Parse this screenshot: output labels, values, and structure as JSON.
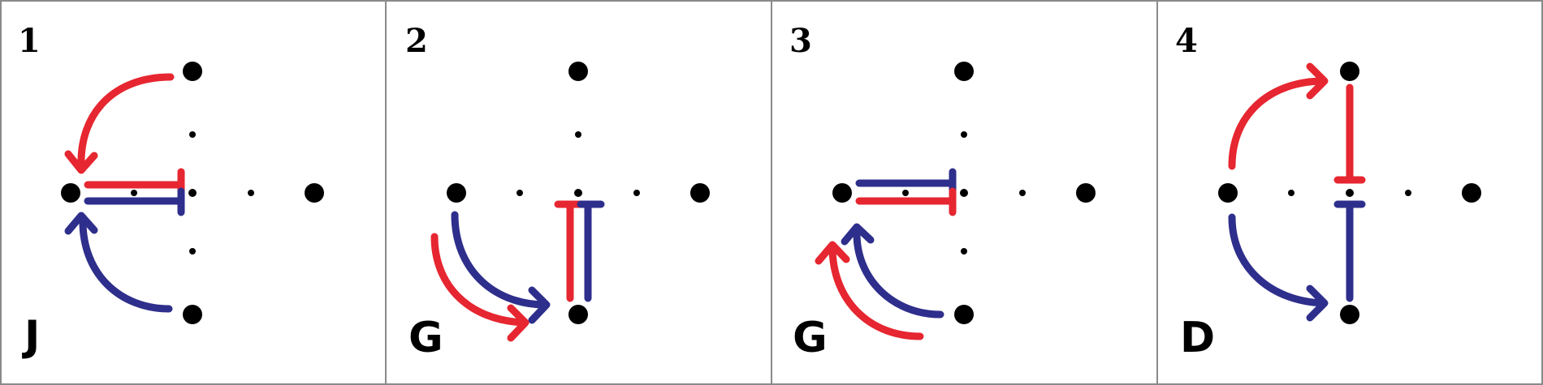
{
  "colors": {
    "red": "#e62630",
    "blue": "#2e2e8c",
    "dot": "#000000",
    "border": "#8a8a8a",
    "background": "#ffffff"
  },
  "panels": [
    {
      "number": "1",
      "letter": "J"
    },
    {
      "number": "2",
      "letter": "G"
    },
    {
      "number": "3",
      "letter": "G"
    },
    {
      "number": "4",
      "letter": "D"
    }
  ]
}
